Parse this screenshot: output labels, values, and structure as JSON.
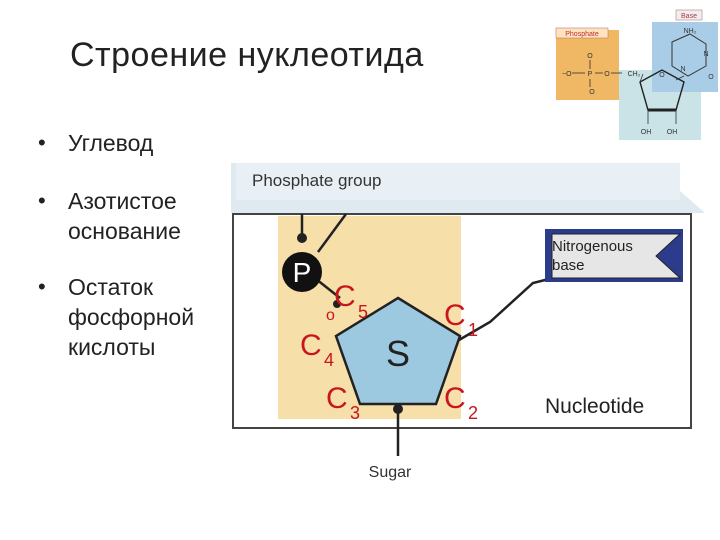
{
  "slide": {
    "title": "Строение нуклеотида",
    "bullets": [
      "Углевод",
      "Азотистое основание",
      "Остаток фосфорной кислоты"
    ]
  },
  "diagram": {
    "phosphate_group_label": "Phosphate group",
    "phosphate_symbol": "P",
    "sugar_symbol": "S",
    "nitrogenous_base_label_line1": "Nitrogenous",
    "nitrogenous_base_label_line2": "base",
    "nucleotide_label": "Nucleotide",
    "sugar_label": "Sugar",
    "carbons": [
      {
        "letter": "C",
        "sub": "5"
      },
      {
        "letter": "C",
        "sub": "4"
      },
      {
        "letter": "C",
        "sub": "3"
      },
      {
        "letter": "C",
        "sub": "1"
      },
      {
        "letter": "C",
        "sub": "2"
      }
    ],
    "carbon_prefix_5": "o"
  },
  "inset": {
    "base_label": "Base",
    "phosphate_label": "Phosphate",
    "nh2": "NH₂",
    "n1": "N",
    "n2": "N",
    "o_base": "O",
    "o_top": "O",
    "o_left": "O",
    "o_bottom": "O",
    "o_minus_left": "−O",
    "p": "P",
    "ch2": "CH₂",
    "o_ring": "O",
    "oh_left": "OH",
    "oh_right": "OH"
  },
  "colors": {
    "phosphate_bg": "#f6dfa9",
    "sugar_fill": "#9cc8e0",
    "base_flag_blue": "#2b3d8a",
    "carbon_red": "#c8161e",
    "inset_phosphate": "#f0b765",
    "inset_base": "#a9cde6",
    "inset_sugar": "#c9e3e6"
  }
}
